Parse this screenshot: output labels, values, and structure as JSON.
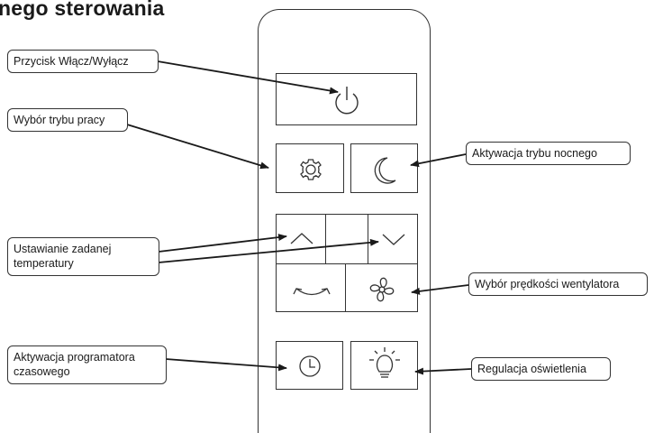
{
  "title": "nego sterowania",
  "labels": {
    "power": "Przycisk Włącz/Wyłącz",
    "mode": "Wybór trybu pracy",
    "night": "Aktywacja trybu nocnego",
    "temp_line1": "Ustawianie zadanej",
    "temp_line2": "temperatury",
    "fan": "Wybór prędkości wentylatora",
    "timer_line1": "Aktywacja programatora",
    "timer_line2": "czasowego",
    "light": "Regulacja oświetlenia"
  },
  "icons": [
    "power-icon",
    "gear-icon",
    "moon-icon",
    "chevron-up-icon",
    "chevron-down-icon",
    "swing-icon",
    "fan-icon",
    "clock-icon",
    "bulb-icon"
  ]
}
